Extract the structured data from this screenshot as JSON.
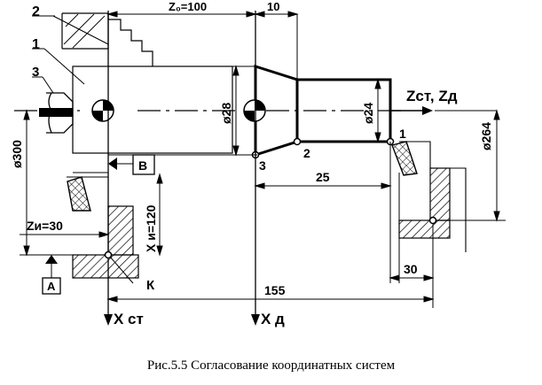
{
  "caption": "Рис.5.5 Согласование координатных систем",
  "labels": {
    "part_2": "2",
    "part_1": "1",
    "part_3": "3",
    "dim_z0": "Z₀=100",
    "dim_10": "10",
    "dim_d28": "ø28",
    "dim_d24": "ø24",
    "axis_z": "Zст, Zд",
    "dim_d264": "ø264",
    "dim_d300": "ø300",
    "point_3": "3",
    "point_2": "2",
    "point_1": "1",
    "box_b": "В",
    "dim_xi120": "X и=120",
    "dim_25": "25",
    "dim_zi30": "Zи=30",
    "box_a": "А",
    "label_k": "К",
    "dim_30": "30",
    "dim_155": "155",
    "axis_x_st": "X ст",
    "axis_x_d": "X д"
  }
}
